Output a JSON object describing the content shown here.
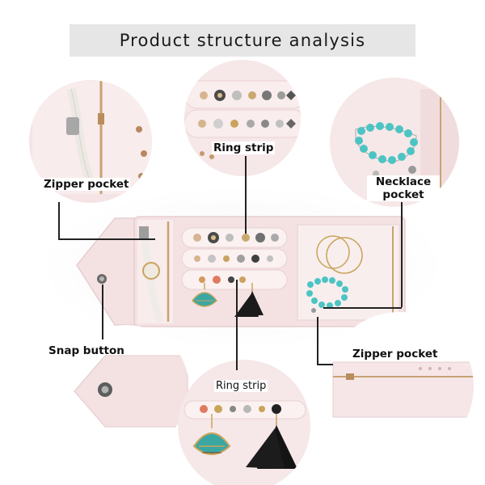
{
  "title": "Product structure analysis",
  "labels": {
    "ring_strip_top": "Ring strip",
    "zipper_pocket_left": "Zipper pocket",
    "necklace_pocket_line1": "Necklace",
    "necklace_pocket_line2": "pocket",
    "snap_button": "Snap button",
    "zipper_pocket_right": "Zipper pocket",
    "ring_strip_bottom": "Ring strip"
  },
  "colors": {
    "case_pink": "#f4e2e3",
    "case_edge": "#e9cfd2",
    "inner_pink": "#f8eeee",
    "zipper_gold": "#c9a273",
    "turquoise": "#4cc4c4",
    "gold": "#c8a55a"
  },
  "icons": [
    "snap-button-icon",
    "ring-icon",
    "earring-icon",
    "tassel-icon",
    "watch-icon",
    "bracelet-icon",
    "hoop-earring-icon"
  ]
}
